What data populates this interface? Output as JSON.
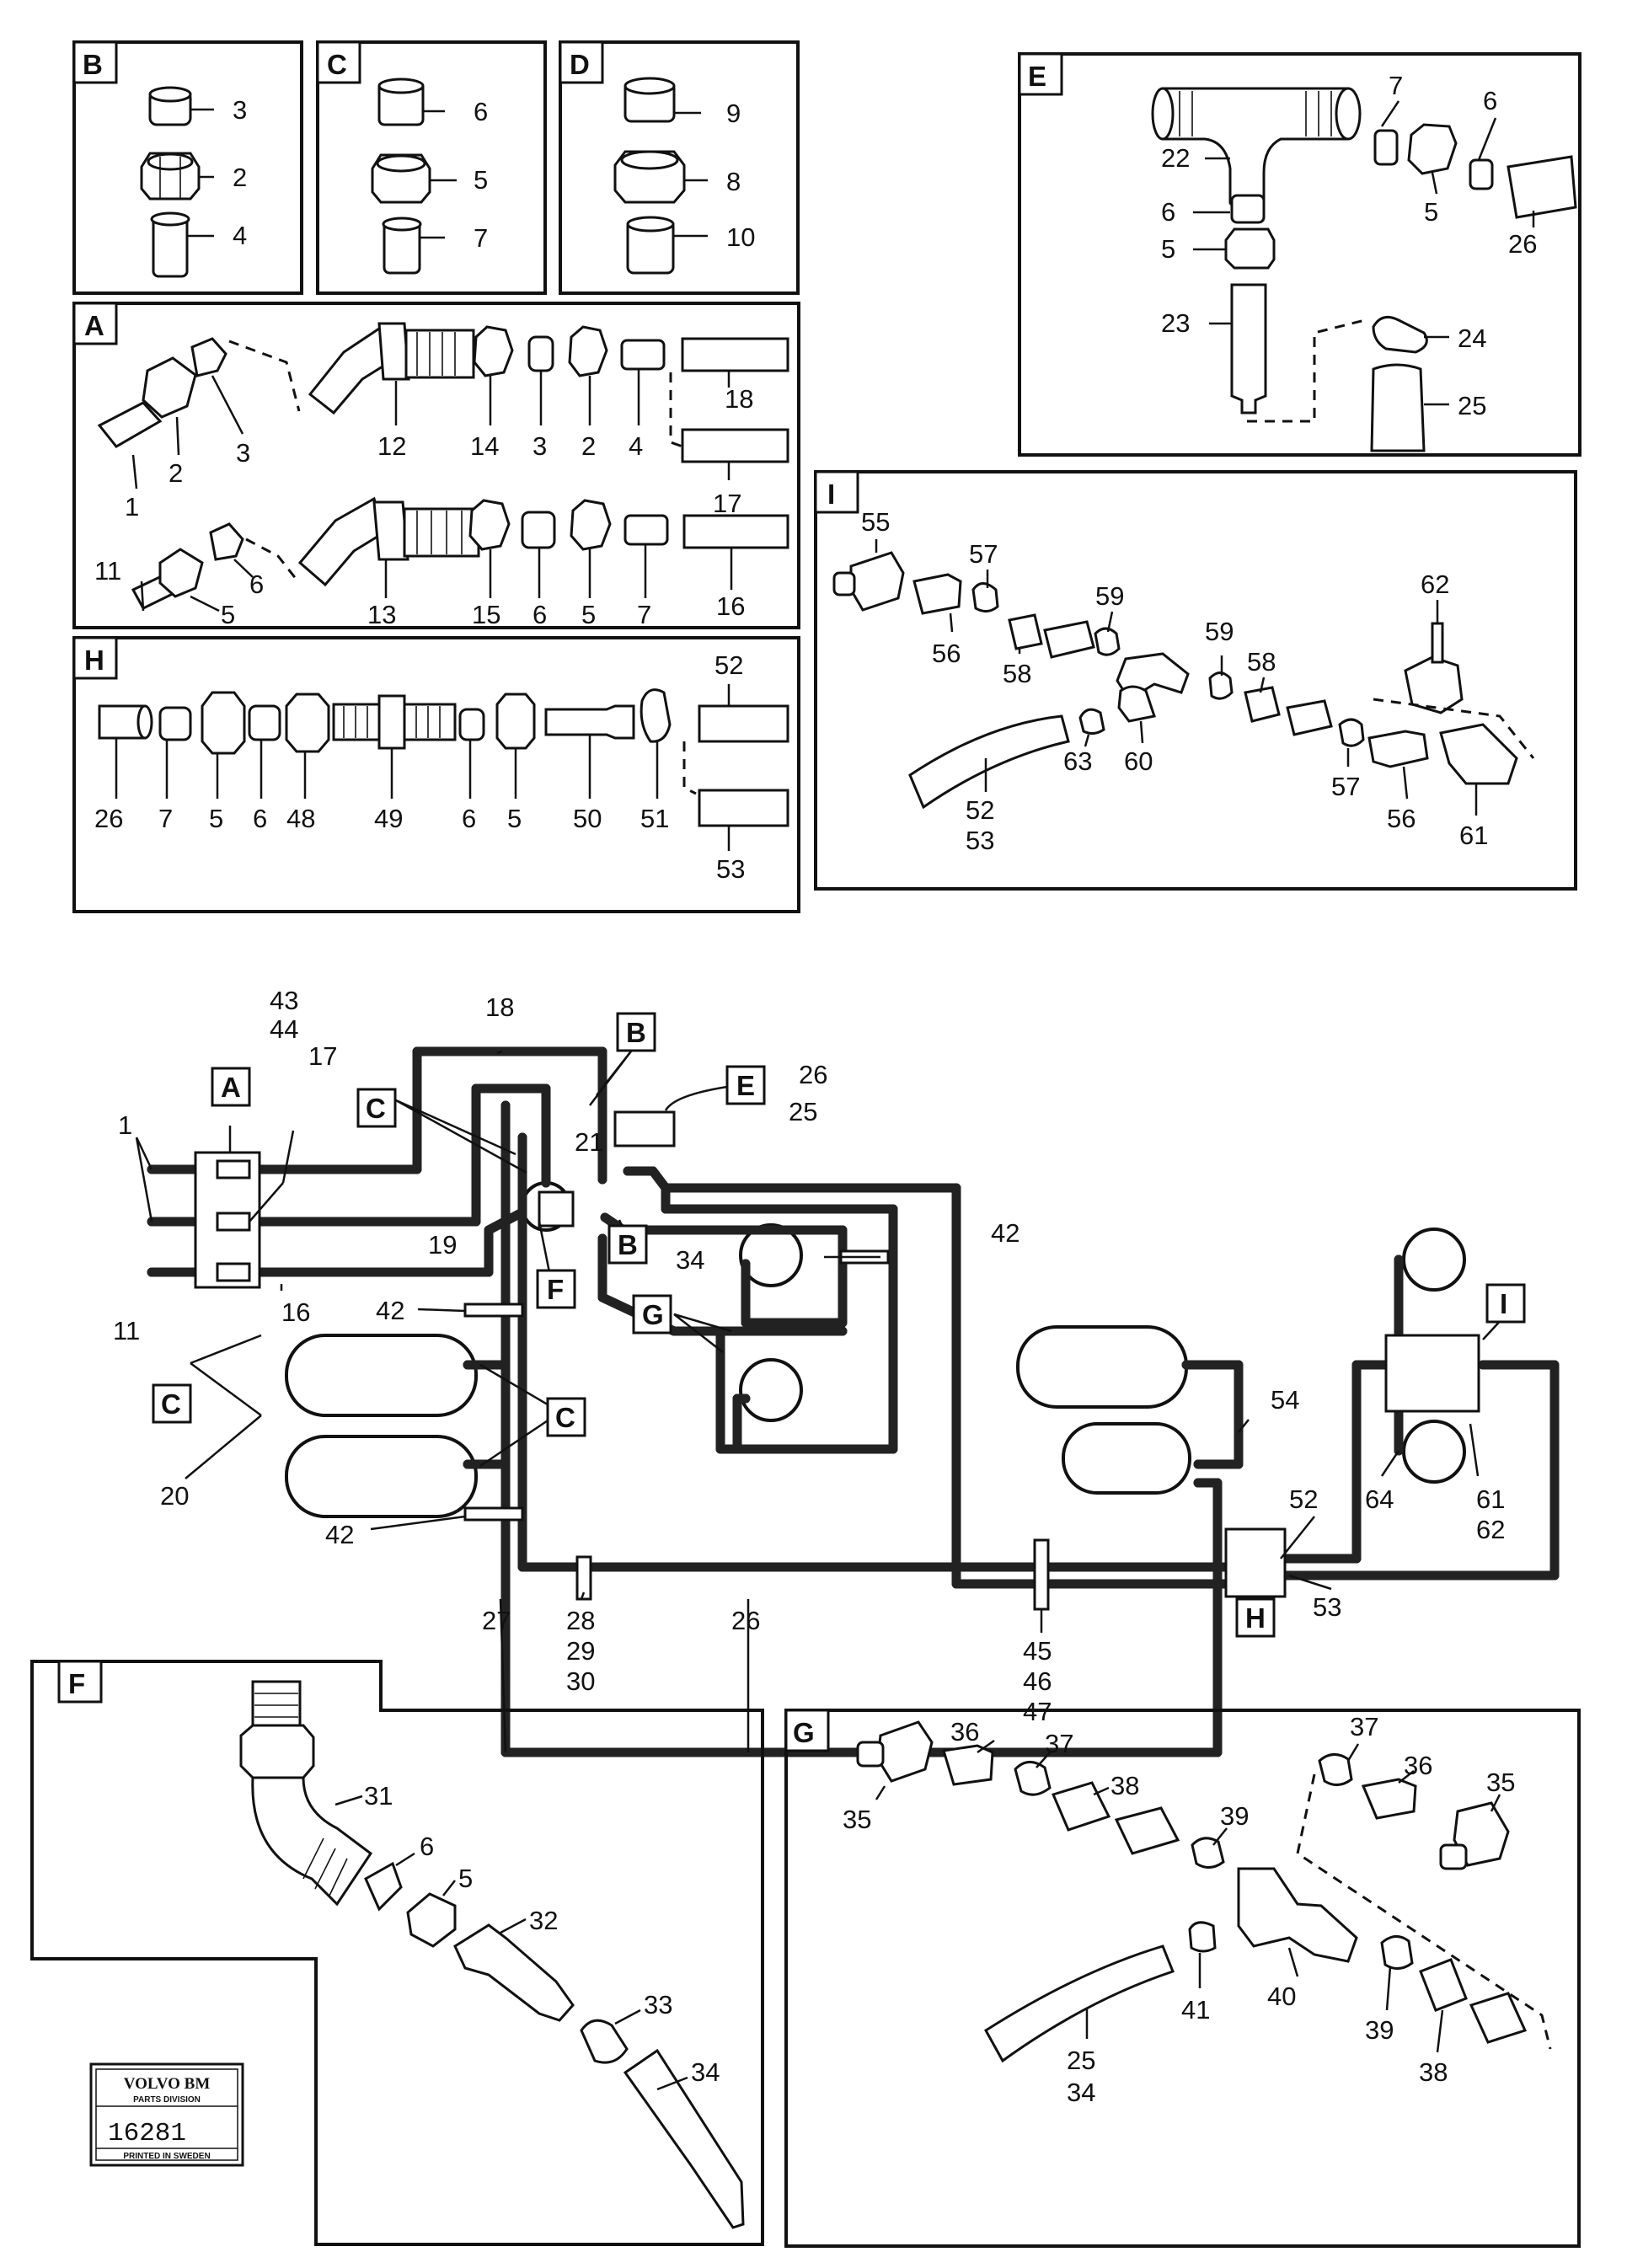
{
  "panels": {
    "B": {
      "tag": "B",
      "labels": [
        "3",
        "2",
        "4"
      ]
    },
    "C": {
      "tag": "C",
      "labels": [
        "6",
        "5",
        "7"
      ]
    },
    "D": {
      "tag": "D",
      "labels": [
        "9",
        "8",
        "10"
      ]
    },
    "E": {
      "tag": "E",
      "labels": [
        "7",
        "6",
        "22",
        "6",
        "5",
        "5",
        "26",
        "23",
        "24",
        "25"
      ]
    },
    "A": {
      "tag": "A",
      "labels": [
        "12",
        "14",
        "3",
        "2",
        "4",
        "18",
        "17",
        "1",
        "2",
        "3",
        "11",
        "6",
        "5",
        "13",
        "15",
        "6",
        "5",
        "7",
        "16"
      ]
    },
    "H": {
      "tag": "H",
      "labels": [
        "52",
        "26",
        "7",
        "5",
        "6",
        "48",
        "49",
        "6",
        "5",
        "50",
        "51",
        "53"
      ]
    },
    "I": {
      "tag": "I",
      "labels": [
        "55",
        "57",
        "56",
        "59",
        "58",
        "62",
        "59",
        "58",
        "63",
        "60",
        "57",
        "56",
        "61",
        "52",
        "53"
      ]
    },
    "F": {
      "tag": "F",
      "labels": [
        "31",
        "6",
        "5",
        "32",
        "33",
        "34"
      ]
    },
    "G": {
      "tag": "G",
      "labels": [
        "36",
        "37",
        "35",
        "38",
        "37",
        "36",
        "35",
        "39",
        "40",
        "41",
        "39",
        "38",
        "25",
        "34"
      ]
    }
  },
  "overview": {
    "tags": [
      "A",
      "B",
      "C",
      "E",
      "F",
      "B",
      "G",
      "C",
      "C",
      "H",
      "I"
    ],
    "labels": [
      "43",
      "44",
      "17",
      "18",
      "26",
      "25",
      "21",
      "1",
      "19",
      "34",
      "42",
      "11",
      "16",
      "42",
      "20",
      "42",
      "54",
      "52",
      "64",
      "61",
      "62",
      "53",
      "27",
      "28",
      "29",
      "30",
      "26",
      "45",
      "46",
      "47"
    ]
  },
  "stamp": {
    "brand": "VOLVO BM",
    "division": "PARTS DIVISION",
    "number": "16281",
    "printed": "PRINTED IN SWEDEN"
  }
}
